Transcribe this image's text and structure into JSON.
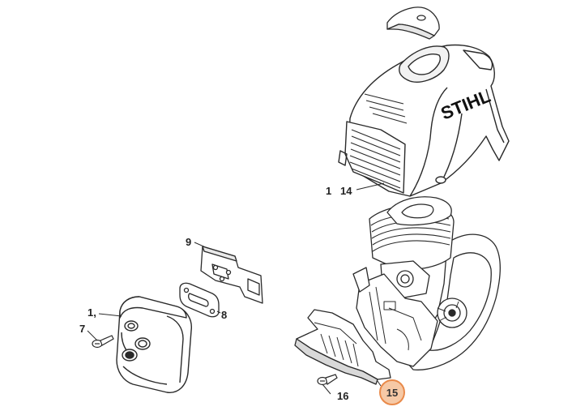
{
  "diagram": {
    "brand_text": "STIHL",
    "labels": {
      "cover_a": "1",
      "cover_b": "14",
      "plate": "9",
      "gasket": "8",
      "muffler": "1,",
      "screw_left": "7",
      "screw_bottom": "16",
      "guard": "15"
    },
    "colors": {
      "line": "#2a2a2a",
      "fill": "#ffffff",
      "shade": "#cfcfcf",
      "highlight_fill": "#f6c9a6",
      "highlight_stroke": "#e98a4a"
    }
  }
}
